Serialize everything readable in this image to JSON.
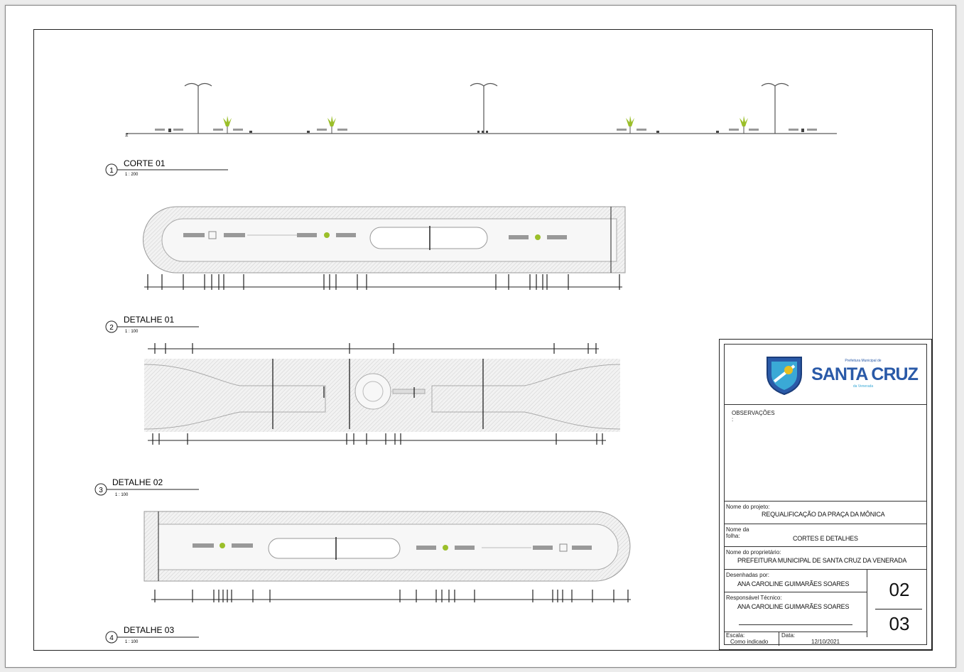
{
  "views": [
    {
      "number": "1",
      "title": "CORTE 01",
      "scale": "1 : 200"
    },
    {
      "number": "2",
      "title": "DETALHE 01",
      "scale": "1 : 100"
    },
    {
      "number": "3",
      "title": "DETALHE 02",
      "scale": "1 : 100"
    },
    {
      "number": "4",
      "title": "DETALHE 03",
      "scale": "1 : 100"
    }
  ],
  "title_block": {
    "logo_top_text": "Prefeitura Municipal de",
    "logo_name": "SANTA CRUZ",
    "logo_tagline": "da Venerada",
    "observacoes_label": "OBSERVAÇÕES",
    "observacoes_value": ":",
    "project_label": "Nome do projeto:",
    "project_value": "REQUALIFICAÇÃO DA PRAÇA DA MÔNICA",
    "sheet_name_label": "Nome da folha:",
    "sheet_name_value": "CORTES E DETALHES",
    "owner_label": "Nome do proprietário:",
    "owner_value": "PREFEITURA MUNICIPAL DE SANTA CRUZ DA VENERADA",
    "drawn_label": "Desenhadas por:",
    "drawn_value": "ANA CAROLINE GUIMARÃES SOARES",
    "tech_label": "Responsável Técnico:",
    "tech_value": "ANA CAROLINE GUIMARÃES SOARES",
    "scale_label": "Escala:",
    "scale_value": "Como indicado",
    "date_label": "Data:",
    "date_value": "12/10/2021",
    "sheet_number": "02",
    "sheet_total": "03"
  },
  "colors": {
    "line": "#222222",
    "hatch": "#d8d8d8",
    "tree": "#9bbf2a",
    "logo_blue": "#2a5aa8",
    "logo_cyan": "#3aa9d6"
  }
}
